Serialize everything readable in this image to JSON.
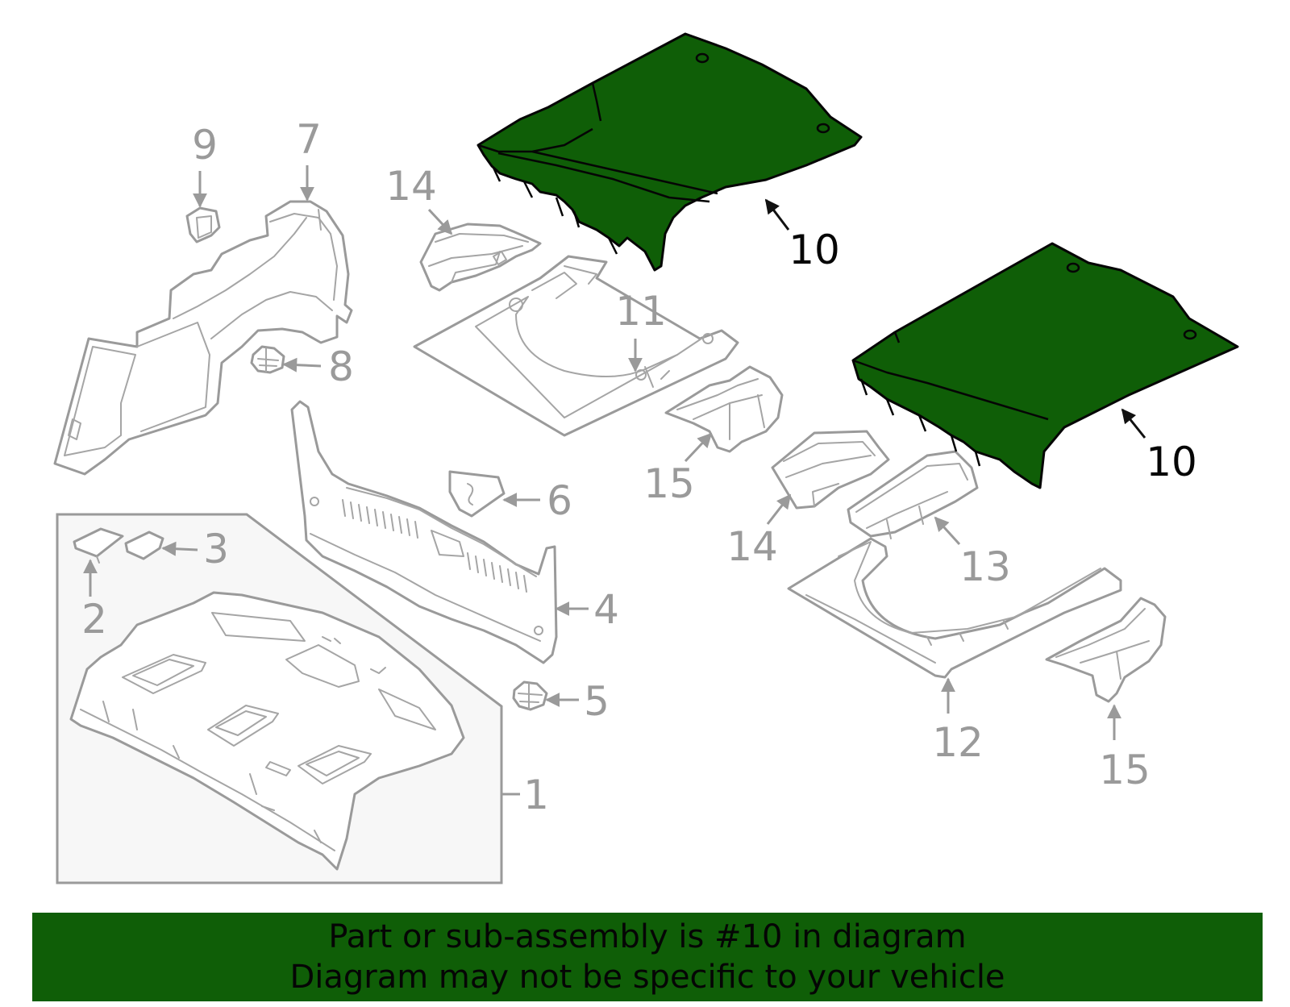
{
  "colors": {
    "highlight": "#0f5e07",
    "banner_background": "#0f5e07",
    "part_outline": "#9a9a9a",
    "inset_background": "#f7f7f7"
  },
  "callouts": {
    "c1": "1",
    "c2": "2",
    "c3": "3",
    "c4": "4",
    "c5": "5",
    "c6": "6",
    "c7": "7",
    "c8": "8",
    "c9": "9",
    "c10a": "10",
    "c10b": "10",
    "c11": "11",
    "c12": "12",
    "c13": "13",
    "c14a": "14",
    "c14b": "14",
    "c15a": "15",
    "c15b": "15"
  },
  "banner": {
    "line1": "Part or sub-assembly is #10 in diagram",
    "line2": "Diagram may not be specific to your vehicle"
  }
}
